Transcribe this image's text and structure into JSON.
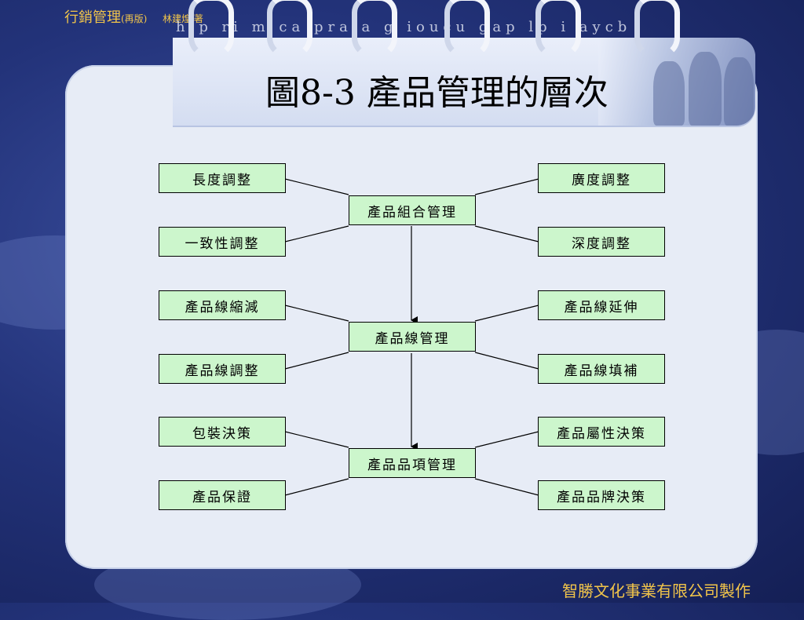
{
  "header": {
    "main": "行銷管理",
    "edition": "(再版)",
    "author": "林建煌 著"
  },
  "title": "圖8-3 產品管理的層次",
  "footer": "智勝文化事業有限公司製作",
  "wire_text": "h p ri m ca pra a g ioucu gap lp i aycb",
  "nodes": {
    "mix": "產品組合管理",
    "length": "長度調整",
    "consistency": "一致性調整",
    "breadth": "廣度調整",
    "depth": "深度調整",
    "line": "產品線管理",
    "line_reduce": "產品線縮減",
    "line_adjust": "產品線調整",
    "line_extend": "產品線延伸",
    "line_fill": "產品線填補",
    "item": "產品品項管理",
    "packaging": "包裝決策",
    "warranty": "產品保證",
    "attribute": "產品屬性決策",
    "brand": "產品品牌決策"
  },
  "colors": {
    "node_fill": "#ccf6cc",
    "accent_text": "#f2c54a",
    "panel": "#e7ecf6"
  }
}
